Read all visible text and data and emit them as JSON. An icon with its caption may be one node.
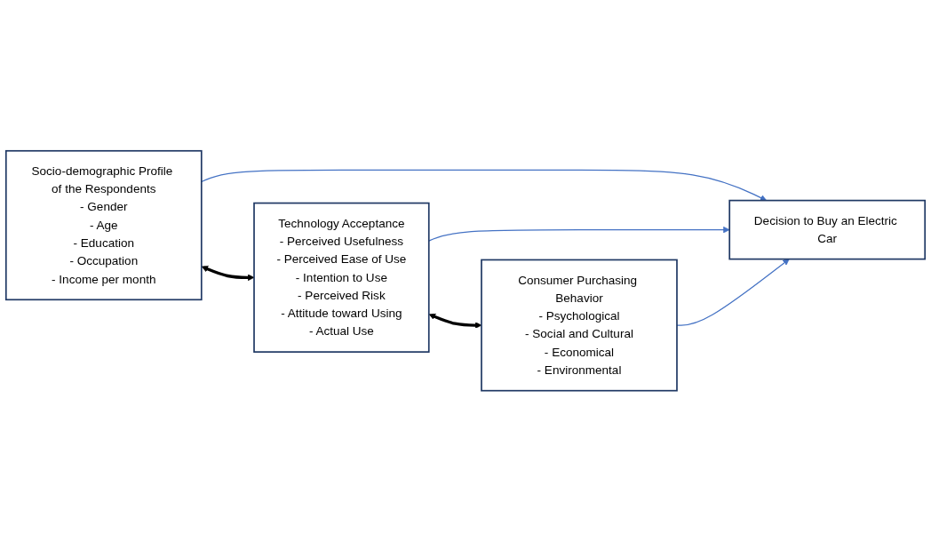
{
  "diagram": {
    "nodes": [
      {
        "text": [
          "Socio-demographic Profile of the Respondents",
          "- Gender",
          "- Age",
          "- Education",
          "- Occupation",
          "- Income per month"
        ]
      },
      {
        "text": [
          "Technology Acceptance",
          "- Perceived Usefulness",
          "- Perceived Ease of Use",
          "- Intention to Use",
          "- Perceived Risk",
          "- Attitude toward Using",
          "- Actual Use"
        ]
      },
      {
        "text": [
          "Consumer Purchasing Behavior",
          "- Psychological",
          "- Social and Cultural",
          "- Economical",
          "- Environmental"
        ]
      },
      {
        "text": [
          "Decision to Buy an Electric Car"
        ]
      }
    ],
    "edges": [
      {
        "from": 0,
        "to": 1,
        "arrow": "both",
        "style": "thick",
        "color": "#000000"
      },
      {
        "from": 1,
        "to": 2,
        "arrow": "both",
        "style": "thick",
        "color": "#000000"
      },
      {
        "from": 0,
        "to": 3,
        "arrow": "to"
      },
      {
        "from": 1,
        "to": 3,
        "arrow": "to"
      },
      {
        "from": 2,
        "to": 3,
        "arrow": "to"
      }
    ]
  }
}
